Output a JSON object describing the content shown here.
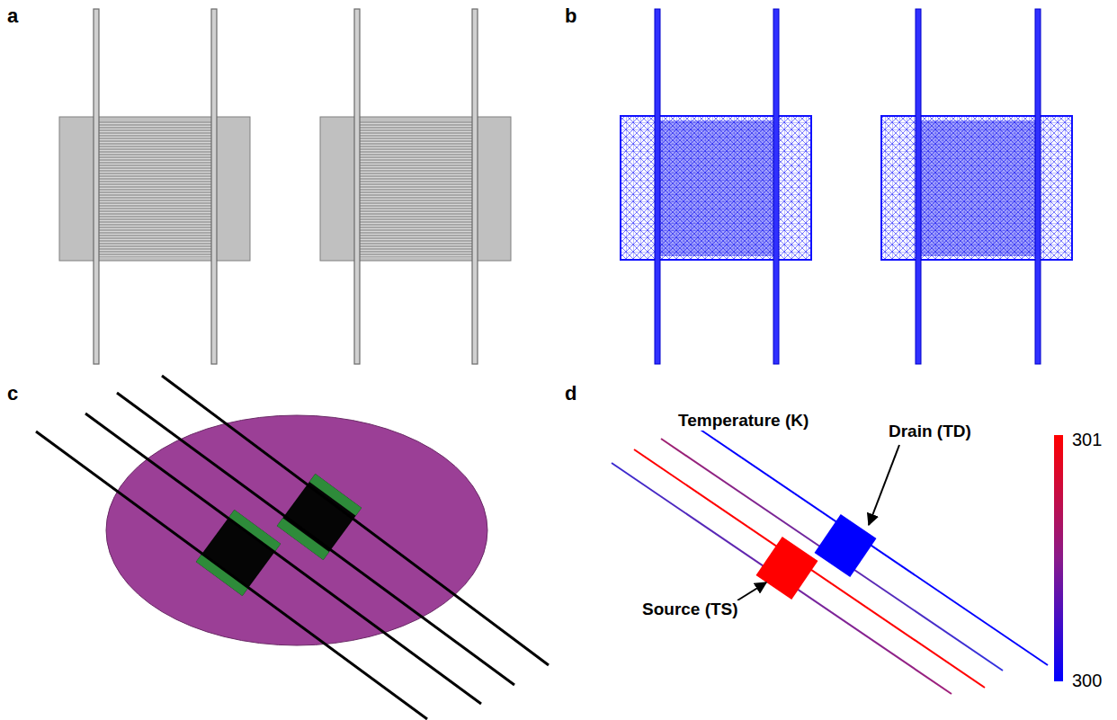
{
  "diagram": {
    "labels": [
      "a",
      "b",
      "c",
      "d",
      "Temperature (K)",
      "Drain (TD)",
      "Source (TS)",
      "301",
      "300"
    ]
  }
}
